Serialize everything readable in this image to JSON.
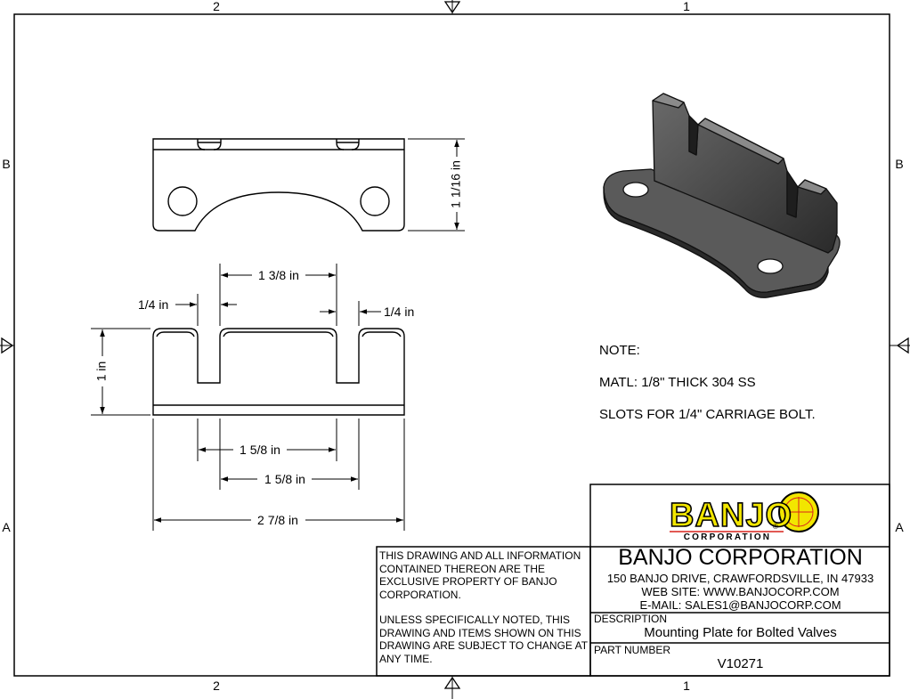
{
  "zones": {
    "top": [
      "2",
      "1"
    ],
    "bottom": [
      "2",
      "1"
    ],
    "left": [
      "B",
      "A"
    ],
    "right": [
      "B",
      "A"
    ]
  },
  "dimensions": {
    "height_top_view": "1 1/16 in",
    "slot_spacing": "1 3/8 in",
    "slot_width_left": "1/4 in",
    "slot_width_right": "1/4 in",
    "height_front_view": "1 in",
    "inner_span_1": "1 5/8 in",
    "inner_span_2": "1 5/8 in",
    "overall_width": "2 7/8 in"
  },
  "notes": {
    "heading": "NOTE:",
    "material": "MATL: 1/8\" THICK 304 SS",
    "slots": "SLOTS FOR 1/4\" CARRIAGE BOLT."
  },
  "title_block": {
    "logo_text": "BANJO",
    "logo_sub": "CORPORATION",
    "logo_reg": "®",
    "company": "BANJO CORPORATION",
    "address": "150 BANJO DRIVE, CRAWFORDSVILLE, IN 47933",
    "website": "WEB SITE: WWW.BANJOCORP.COM",
    "email": "E-MAIL: SALES1@BANJOCORP.COM",
    "property_notice": "THIS DRAWING AND ALL INFORMATION CONTAINED THEREON ARE THE EXCLUSIVE PROPERTY OF BANJO CORPORATION.",
    "change_notice": "UNLESS SPECIFICALLY NOTED, THIS DRAWING AND ITEMS SHOWN ON THIS DRAWING ARE SUBJECT TO CHANGE AT ANY TIME.",
    "description_label": "DESCRIPTION",
    "description": "Mounting Plate for Bolted Valves",
    "part_number_label": "PART NUMBER",
    "part_number": "V10271"
  },
  "colors": {
    "logo_yellow": "#f2e600",
    "logo_red": "#d9221c",
    "part_dark": "#3a3a3a"
  }
}
